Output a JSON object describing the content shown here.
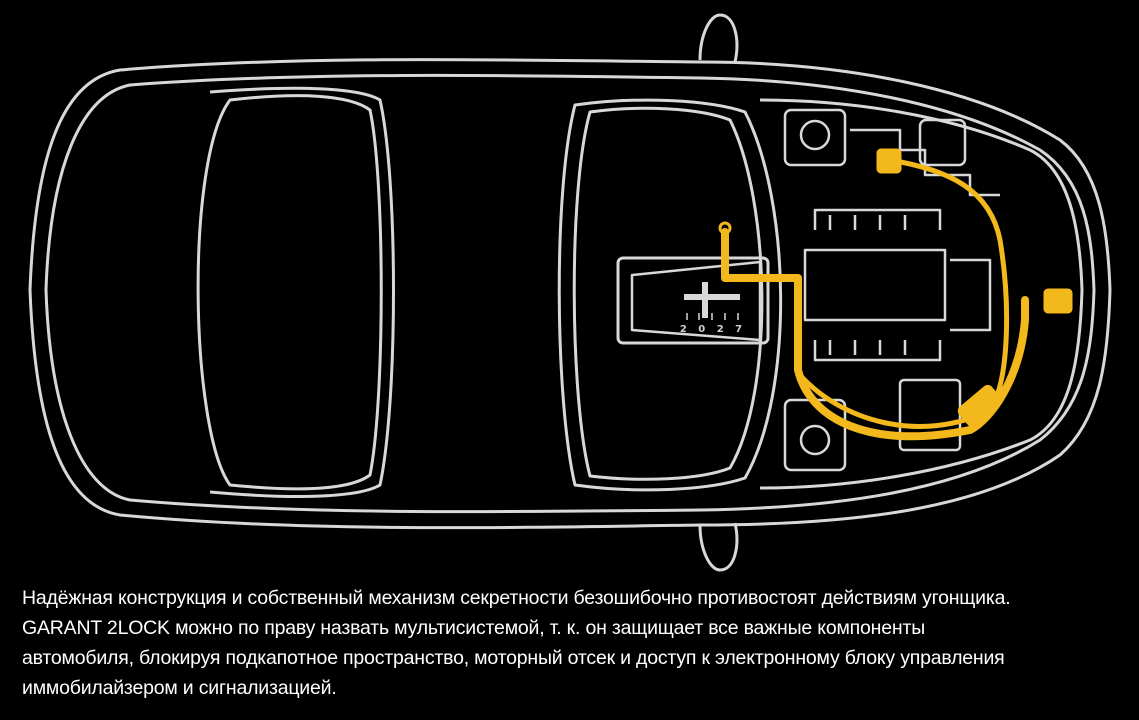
{
  "colors": {
    "background": "#000000",
    "outline": "#d8d8d8",
    "highlight": "#f2b81c",
    "text": "#ffffff"
  },
  "diagram": {
    "subject": "car-top-view",
    "gear_labels": "2 0 2 7"
  },
  "caption": {
    "lines": [
      "Надёжная конструкция и собственный механизм секретности безошибочно противостоят действиям угонщика.",
      "GARANT 2LOCK можно по праву назвать мультисистемой, т. к. он защищает все важные компоненты",
      "автомобиля, блокируя подкапотное пространство, моторный отсек и доступ к электронному блоку управления",
      "иммобилайзером и сигнализацией."
    ]
  }
}
